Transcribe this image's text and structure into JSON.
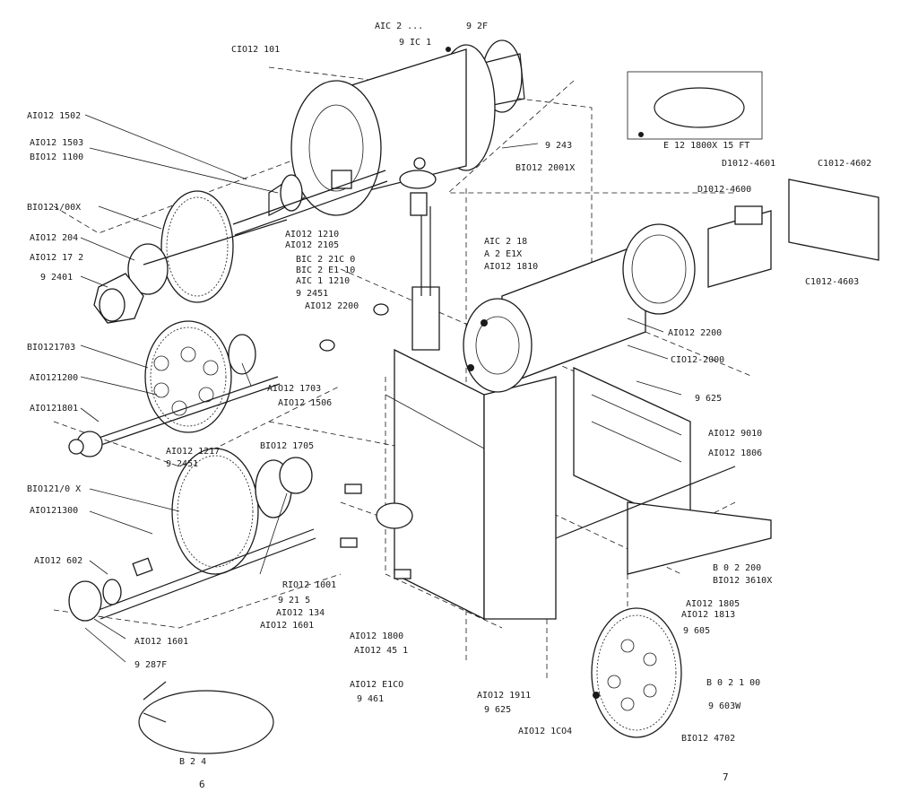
{
  "labels": {
    "a1": "AIC 2 ...",
    "a2": "9 2F",
    "a3": "9 IC 1",
    "a4": "CIO12 101",
    "a5": "AIO12 1502",
    "a6": "AIO12 1503",
    "a7": "BIO12 1100",
    "a8": "BIO121/00X",
    "a9": "AIO12 204",
    "a10": "AIO12 17 2",
    "a11": "9 2401",
    "a12": "BIO121703",
    "a13": "AIO121200",
    "a14": "AIO121801",
    "a15": "BIO121/0 X",
    "a16": "AIO121300",
    "a17": "AIO12 602",
    "a18": "AIO12 1601",
    "a19": "9 287F",
    "a20": "E 12 1800X 15 FT",
    "a21": "9 243",
    "a22": "BIO12 2001X",
    "a23": "D1012-4601",
    "a24": "C1012-4602",
    "a25": "D1012-4600",
    "a26": "C1012-4603",
    "a27": "AIO12 1210",
    "a28": "AIO12 2105",
    "a29": "BIC 2 21C 0",
    "a30": "BIC 2 E1 10",
    "a31": "AIC 1 1210",
    "a32": "9 2451",
    "a33": "AIO12 2200",
    "a34": "AIC 2 18",
    "a35": "A 2 E1X",
    "a36": "AIO12 1810",
    "a37": "AIO12 2200",
    "a38": "CIO12-2000",
    "a39": "9 625",
    "a40": "AIO12 1703",
    "a41": "AIO12 1506",
    "a42": "AIO12 9010",
    "a43": "AIO12 1806",
    "a44": "AIO12 1217",
    "a45": "9 2451",
    "a46": "BIO12 1705",
    "a47": "RIO12 1001",
    "a48": "9 21 5",
    "a49": "AIO12 134",
    "a50": "AIO12 1601",
    "a51": "B 0 2 200",
    "a52": "BIO12 3610X",
    "a53": "AIO12 1805",
    "a54": "AIO12 1813",
    "a55": "9 605",
    "a56": "AIO12 1800",
    "a57": "AIO12 45 1",
    "a58": "AIO12 E1CO",
    "a59": "9 461",
    "a60": "AIO12 1911",
    "a61": "9 625",
    "a62": "AIO12 1CO4",
    "a63": "B 0 2 1 00",
    "a64": "9 603W",
    "a65": "BIO12 4702",
    "a66": "B 2 4",
    "fig6": "6",
    "fig7": "7"
  }
}
